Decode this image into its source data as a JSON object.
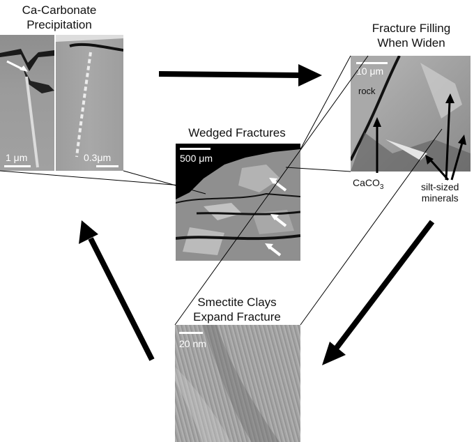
{
  "labels": {
    "ca_carbonate": [
      "Ca-Carbonate",
      "Precipitation"
    ],
    "fracture_filling": [
      "Fracture Filling",
      "When Widen"
    ],
    "wedged": "Wedged Fractures",
    "smectite": [
      "Smectite Clays",
      "Expand Fracture"
    ]
  },
  "scales": {
    "ca_left": "1 μm",
    "ca_right": "0.3μm",
    "wedged": "500 μm",
    "filling": "10 μm",
    "smectite": "20 nm"
  },
  "annotations": {
    "rock": "rock",
    "caco3_main": "CaCO",
    "caco3_sub": "3",
    "silt": [
      "silt-sized",
      "minerals"
    ]
  },
  "colors": {
    "arrow": "#000000",
    "background": "#ffffff",
    "sem_gray": "#9a9a9a"
  }
}
